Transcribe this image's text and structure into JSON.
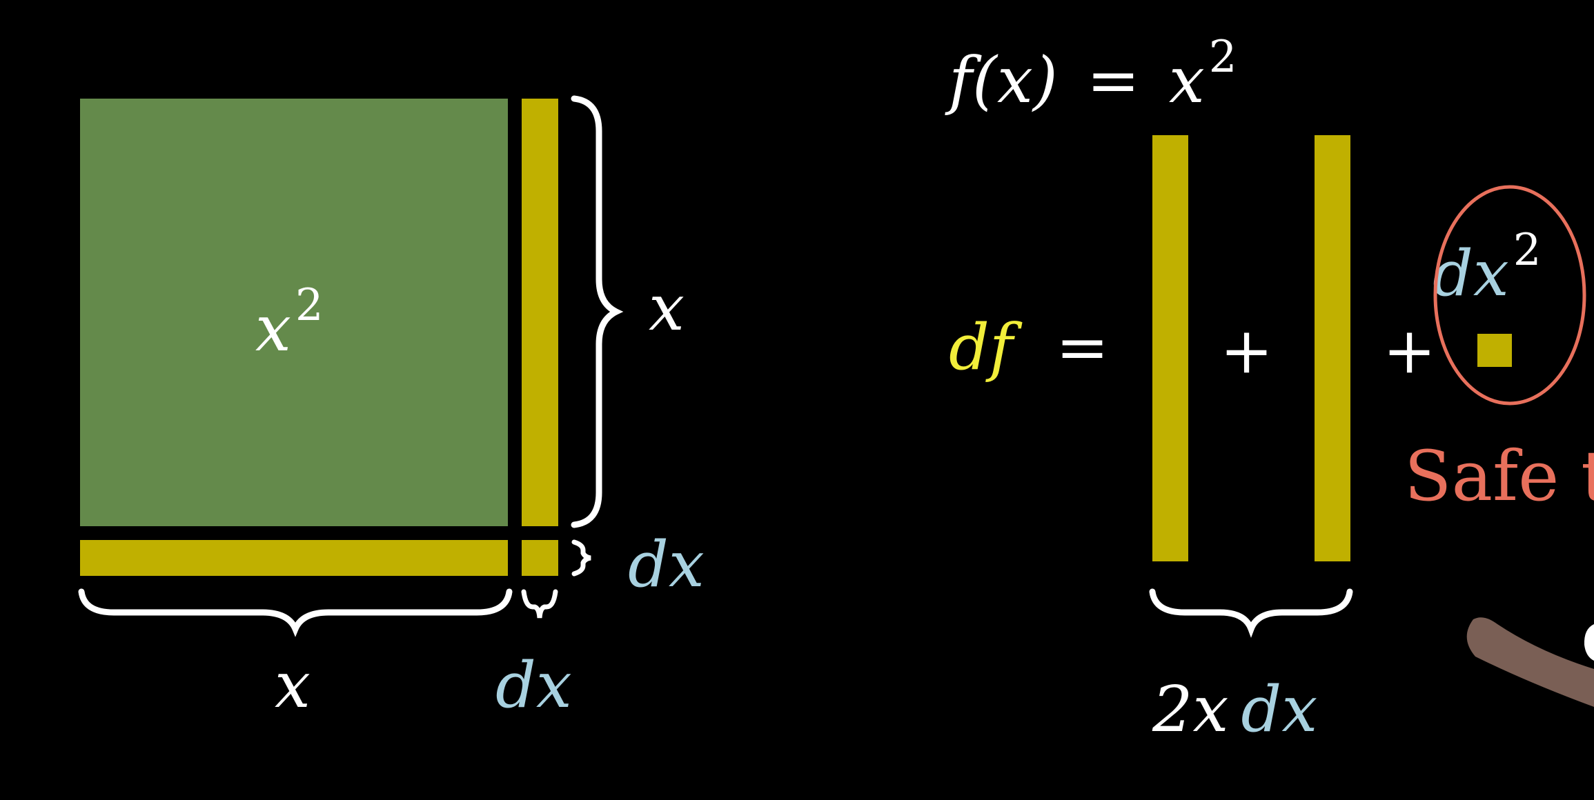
{
  "colors": {
    "background": "#000000",
    "square_fill": "#648a4b",
    "strip_fill": "#c0b000",
    "text_white": "#ffffff",
    "text_blue": "#a8d1e0",
    "text_yellow": "#f2ee3a",
    "highlight_red": "#e8705c",
    "pointer_brown": "#7a5f55"
  },
  "square": {
    "area_base": "x",
    "area_exp": "2",
    "side_right_label": "x",
    "side_bottom_label": "x",
    "strip_right_label": "dx",
    "strip_bottom_label": "dx"
  },
  "equation_top": {
    "lhs": "f(x)",
    "equals": "=",
    "rhs_base": "x",
    "rhs_exp": "2"
  },
  "equation_df": {
    "lhs": "df",
    "equals": "=",
    "plus_1": "+",
    "plus_2": "+",
    "brace_label_coeff": "2x",
    "brace_label_dx": "dx",
    "corner_base": "dx",
    "corner_exp": "2"
  },
  "annotation": {
    "text": "Safe t"
  },
  "icons": {
    "pointer": "hand-pointer-icon"
  }
}
